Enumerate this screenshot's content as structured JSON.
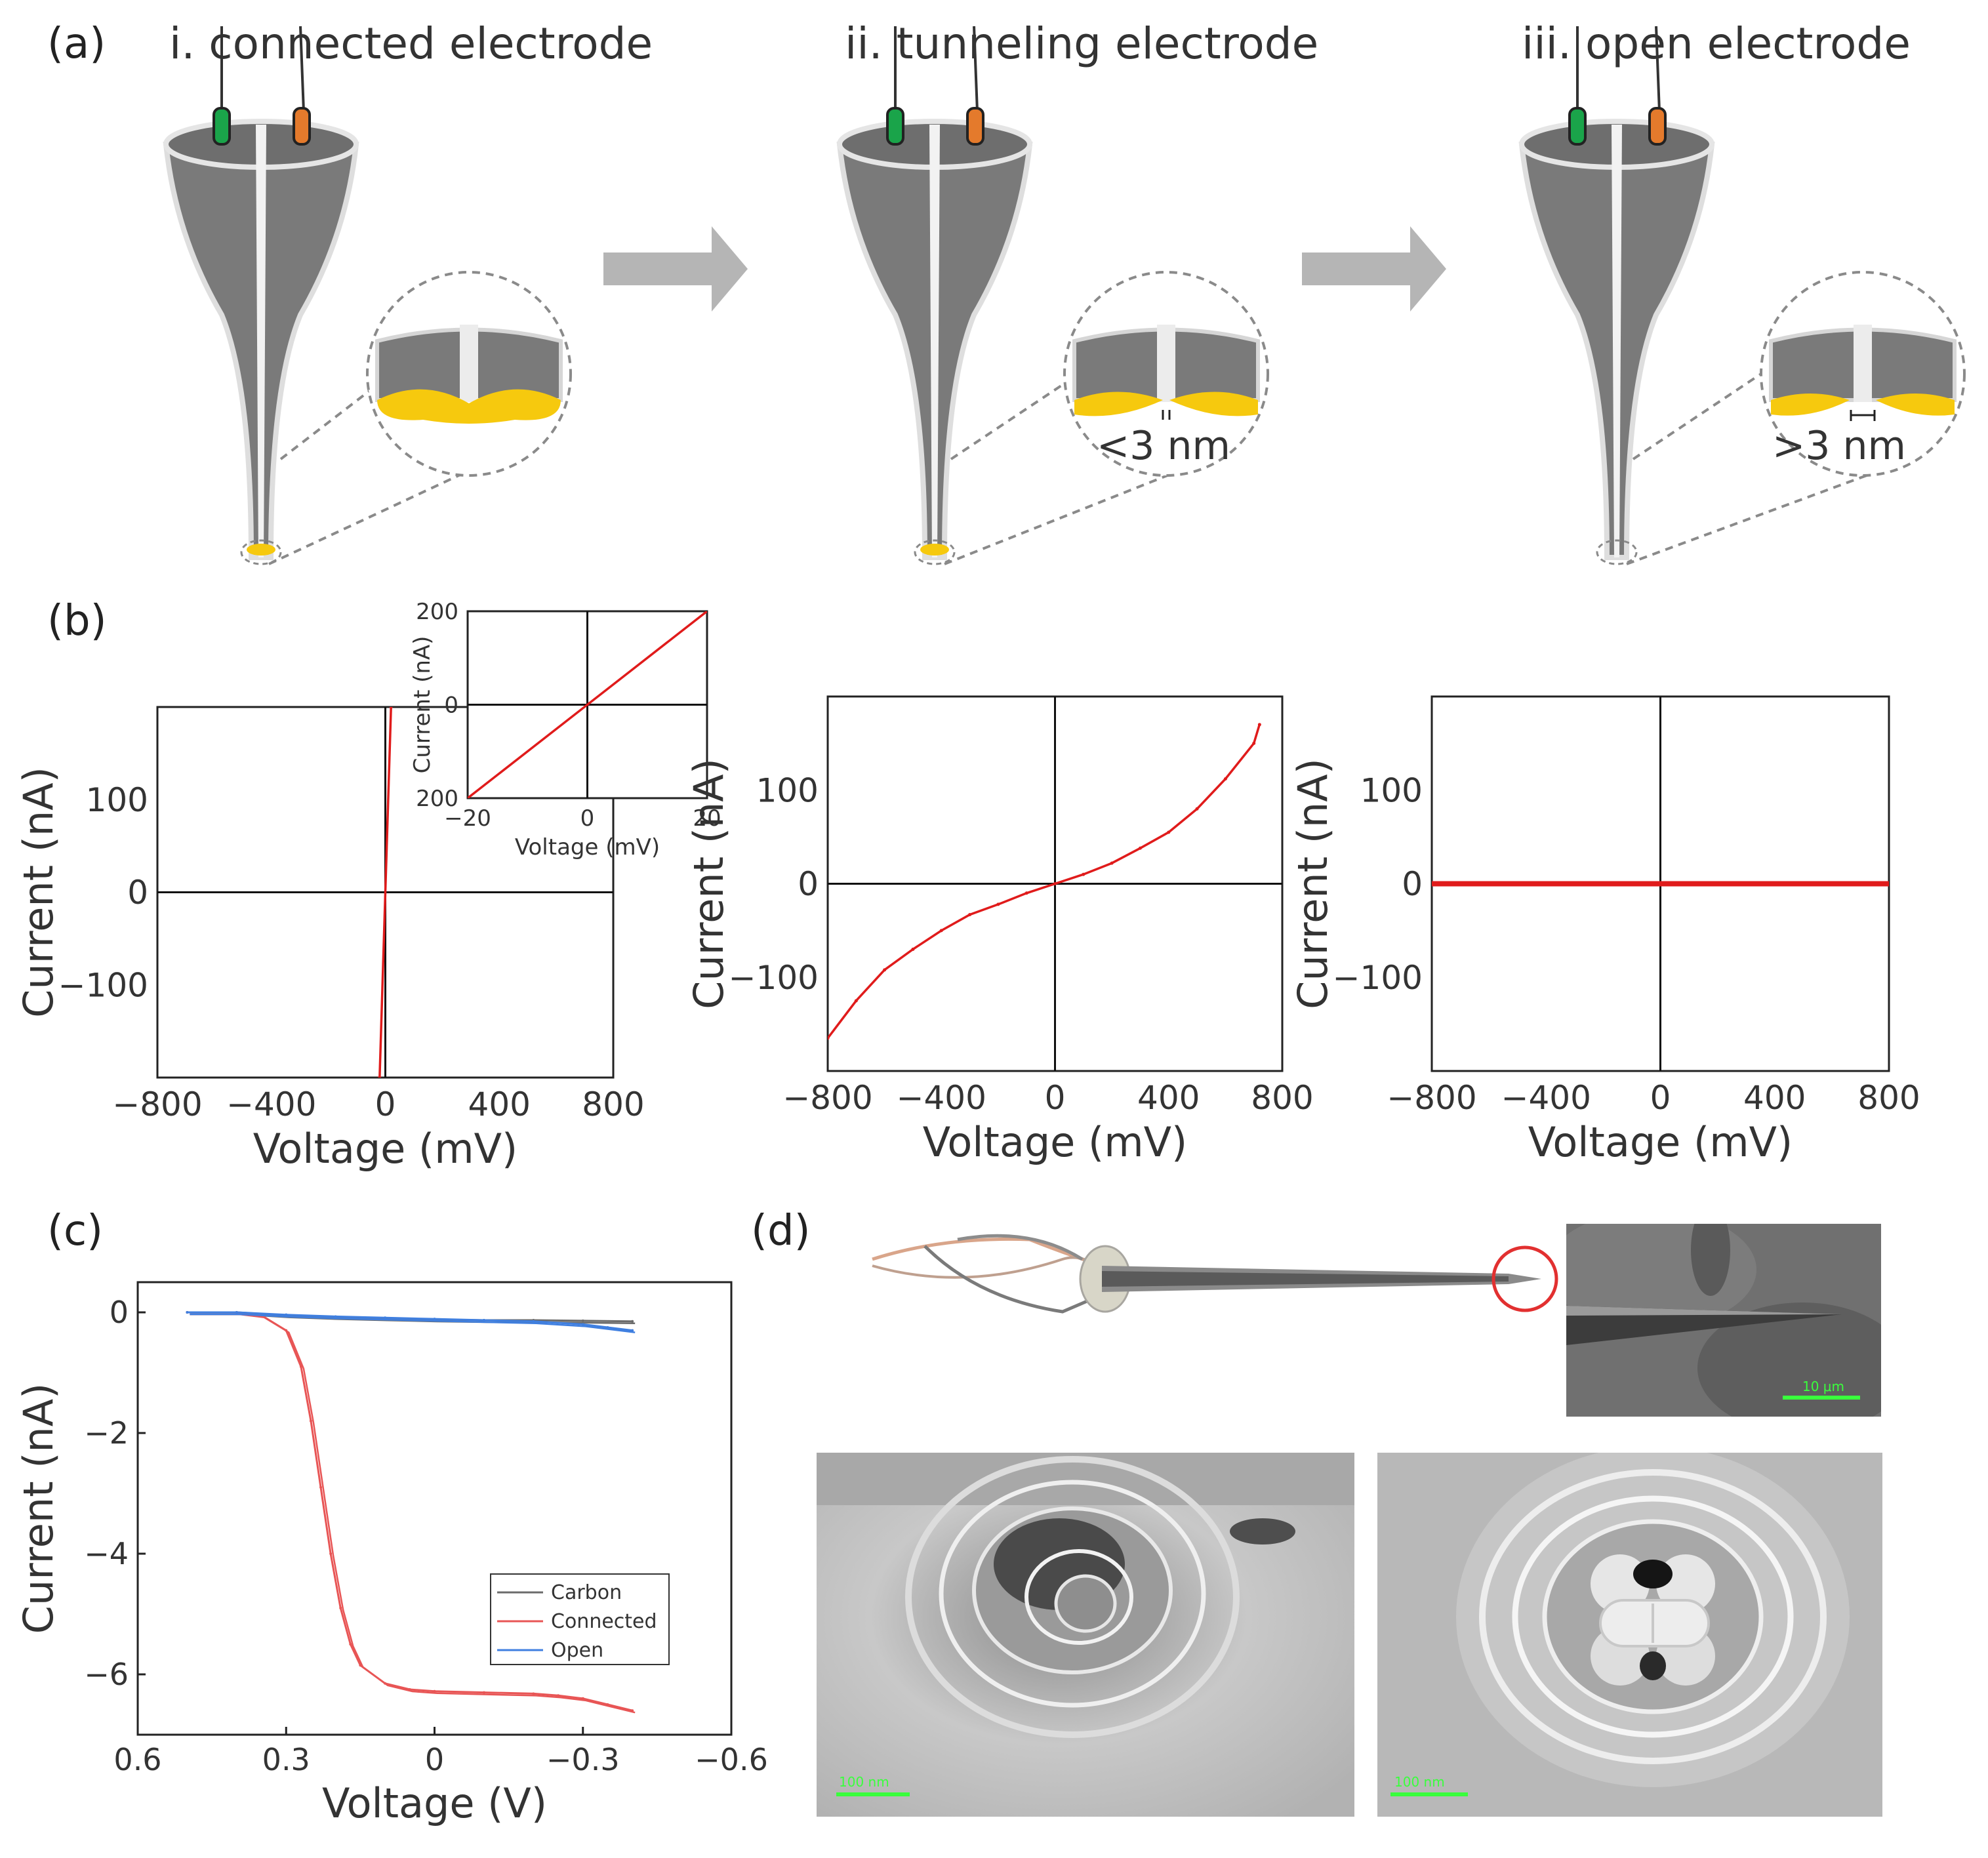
{
  "panel_labels": {
    "a": "(a)",
    "b": "(b)",
    "c": "(c)",
    "d": "(d)"
  },
  "panel_a": {
    "titles": [
      "i. connected electrode",
      "ii. tunneling electrode",
      "iii. open electrode"
    ],
    "gap_labels": {
      "tunneling": "<3 nm",
      "open": ">3 nm"
    },
    "colors": {
      "body": "#7a7a7a",
      "rim": "#dcdcdc",
      "gold": "#f6c90e",
      "green": "#1aa44a",
      "orange": "#e47a2c",
      "arrow": "#b5b5b5"
    }
  },
  "chart_data": [
    {
      "id": "b-connected",
      "type": "line",
      "xlabel": "Voltage (mV)",
      "ylabel": "Current (nA)",
      "xlim": [
        -800,
        800
      ],
      "ylim": [
        -200,
        200
      ],
      "xticks": [
        "-800",
        "-400",
        "0",
        "400",
        "800"
      ],
      "yticks": [
        "100",
        "0",
        "-100"
      ],
      "series": [
        {
          "color": "#e01b1b",
          "x": [
            -20,
            20
          ],
          "y": [
            -200,
            200
          ]
        }
      ]
    },
    {
      "id": "b-connected-inset",
      "type": "line",
      "xlabel": "Voltage (mV)",
      "ylabel": "Current (nA)",
      "xlim": [
        -20,
        20
      ],
      "ylim": [
        -200,
        200
      ],
      "xticks": [
        "-20",
        "0",
        "20"
      ],
      "yticks": [
        "200",
        "0",
        "200"
      ],
      "series": [
        {
          "color": "#e01b1b",
          "x": [
            -20,
            20
          ],
          "y": [
            -200,
            200
          ]
        }
      ]
    },
    {
      "id": "b-tunneling",
      "type": "line",
      "xlabel": "Voltage (mV)",
      "ylabel": "Current (nA)",
      "xlim": [
        -800,
        800
      ],
      "ylim": [
        -200,
        200
      ],
      "xticks": [
        "-800",
        "-400",
        "0",
        "400",
        "800"
      ],
      "yticks": [
        "100",
        "0",
        "-100"
      ],
      "series": [
        {
          "color": "#e01b1b",
          "x": [
            -800,
            -700,
            -600,
            -500,
            -400,
            -300,
            -200,
            -100,
            0,
            100,
            200,
            300,
            400,
            500,
            600,
            700,
            720
          ],
          "y": [
            -165,
            -125,
            -92,
            -70,
            -50,
            -33,
            -22,
            -10,
            0,
            10,
            22,
            38,
            55,
            80,
            112,
            150,
            170
          ]
        }
      ]
    },
    {
      "id": "b-open",
      "type": "line",
      "xlabel": "Voltage (mV)",
      "ylabel": "Current (nA)",
      "xlim": [
        -800,
        800
      ],
      "ylim": [
        -200,
        200
      ],
      "xticks": [
        "-800",
        "-400",
        "0",
        "400",
        "800"
      ],
      "yticks": [
        "100",
        "0",
        "-100"
      ],
      "series": [
        {
          "color": "#e01b1b",
          "x": [
            -800,
            800
          ],
          "y": [
            0,
            0
          ]
        }
      ]
    },
    {
      "id": "c",
      "type": "line",
      "xlabel": "Voltage (V)",
      "ylabel": "Current (nA)",
      "xlim": [
        0.6,
        -0.6
      ],
      "ylim": [
        -7,
        0.5
      ],
      "xticks": [
        "0.6",
        "0.3",
        "0",
        "-0.3",
        "-0.6"
      ],
      "yticks": [
        "0",
        "-2",
        "-4",
        "-6"
      ],
      "series": [
        {
          "name": "Carbon",
          "color": "#6b6b6b",
          "x": [
            0.5,
            0.4,
            0.3,
            0.2,
            0.1,
            0,
            -0.1,
            -0.2,
            -0.3,
            -0.4
          ],
          "y": [
            0,
            0,
            -0.05,
            -0.08,
            -0.1,
            -0.12,
            -0.13,
            -0.13,
            -0.14,
            -0.15
          ]
        },
        {
          "name": "Connected",
          "color": "#e85555",
          "x": [
            0.5,
            0.4,
            0.35,
            0.3,
            0.27,
            0.25,
            0.23,
            0.21,
            0.19,
            0.17,
            0.15,
            0.1,
            0.05,
            0,
            -0.1,
            -0.2,
            -0.25,
            -0.3,
            -0.35,
            -0.4
          ],
          "y": [
            0,
            0,
            -0.05,
            -0.3,
            -0.9,
            -1.8,
            -2.9,
            -4.0,
            -4.9,
            -5.5,
            -5.85,
            -6.15,
            -6.25,
            -6.28,
            -6.3,
            -6.32,
            -6.35,
            -6.4,
            -6.5,
            -6.6
          ]
        },
        {
          "name": "Open",
          "color": "#3f7fe0",
          "x": [
            0.5,
            0.4,
            0.3,
            0.2,
            0.1,
            0,
            -0.1,
            -0.2,
            -0.3,
            -0.35,
            -0.4
          ],
          "y": [
            0,
            0,
            -0.04,
            -0.07,
            -0.09,
            -0.11,
            -0.13,
            -0.15,
            -0.2,
            -0.25,
            -0.3
          ]
        }
      ],
      "legend": "bottom-right"
    }
  ],
  "panel_d": {
    "scale_bars": [
      "10 μm",
      "100 nm",
      "100 nm"
    ],
    "colors": {
      "scale": "#39ff3c",
      "circle": "#e23030"
    }
  }
}
